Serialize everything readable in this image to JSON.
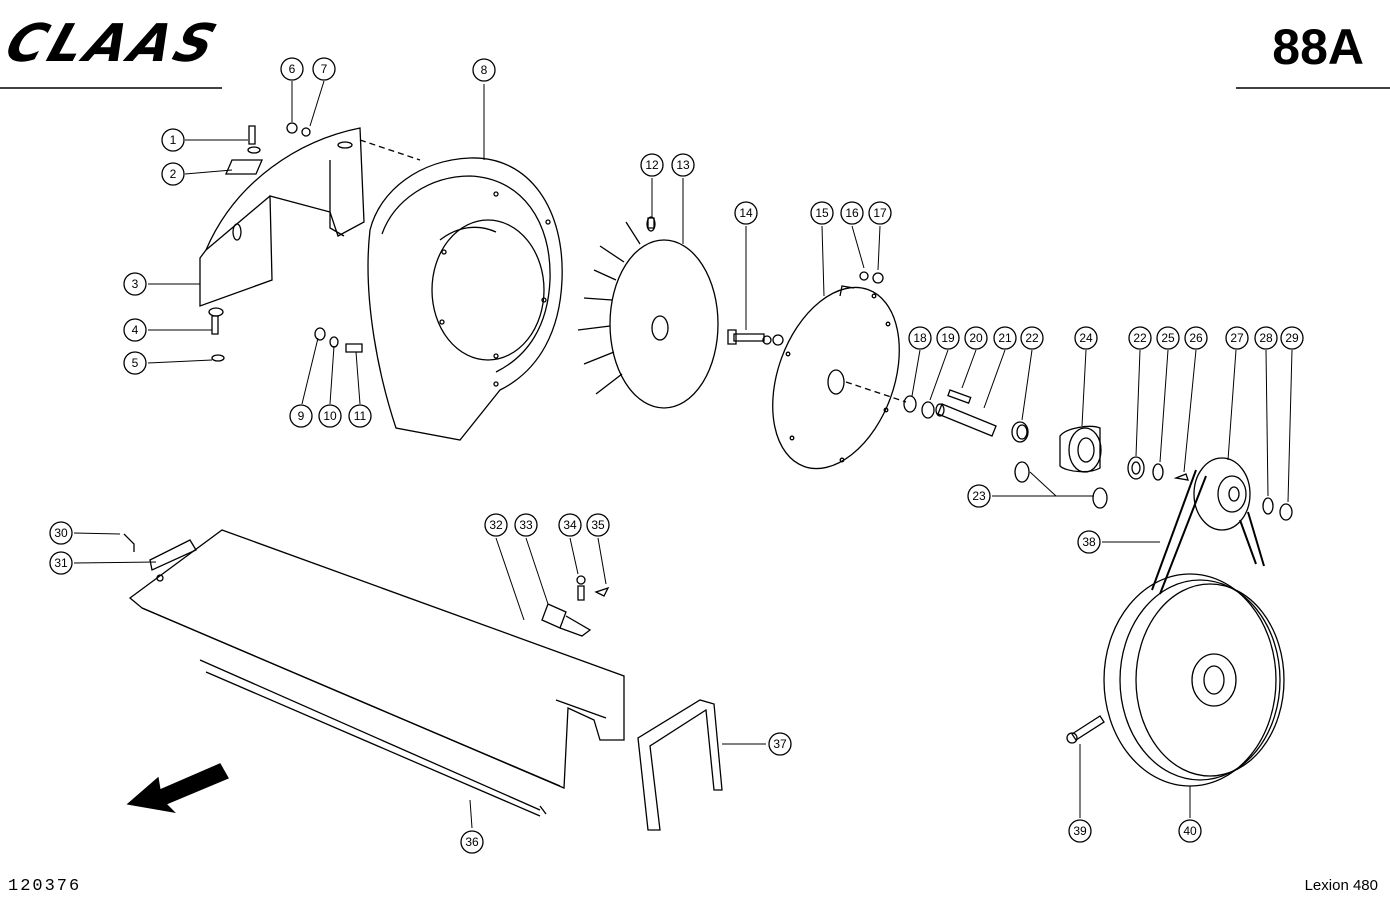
{
  "header": {
    "brand": "CLAAS",
    "page_number": "88A"
  },
  "footer": {
    "drawing_number": "120376",
    "model": "Lexion 480"
  },
  "callouts": [
    {
      "id": "1",
      "label": "1"
    },
    {
      "id": "2",
      "label": "2"
    },
    {
      "id": "3",
      "label": "3"
    },
    {
      "id": "4",
      "label": "4"
    },
    {
      "id": "5",
      "label": "5"
    },
    {
      "id": "6",
      "label": "6"
    },
    {
      "id": "7",
      "label": "7"
    },
    {
      "id": "8",
      "label": "8"
    },
    {
      "id": "9",
      "label": "9"
    },
    {
      "id": "10",
      "label": "10"
    },
    {
      "id": "11",
      "label": "11"
    },
    {
      "id": "12",
      "label": "12"
    },
    {
      "id": "13",
      "label": "13"
    },
    {
      "id": "14",
      "label": "14"
    },
    {
      "id": "15",
      "label": "15"
    },
    {
      "id": "16",
      "label": "16"
    },
    {
      "id": "17",
      "label": "17"
    },
    {
      "id": "18",
      "label": "18"
    },
    {
      "id": "19",
      "label": "19"
    },
    {
      "id": "20",
      "label": "20"
    },
    {
      "id": "21",
      "label": "21"
    },
    {
      "id": "22a",
      "label": "22"
    },
    {
      "id": "23",
      "label": "23"
    },
    {
      "id": "24",
      "label": "24"
    },
    {
      "id": "22b",
      "label": "22"
    },
    {
      "id": "25",
      "label": "25"
    },
    {
      "id": "26",
      "label": "26"
    },
    {
      "id": "27",
      "label": "27"
    },
    {
      "id": "28",
      "label": "28"
    },
    {
      "id": "29",
      "label": "29"
    },
    {
      "id": "30",
      "label": "30"
    },
    {
      "id": "31",
      "label": "31"
    },
    {
      "id": "32",
      "label": "32"
    },
    {
      "id": "33",
      "label": "33"
    },
    {
      "id": "34",
      "label": "34"
    },
    {
      "id": "35",
      "label": "35"
    },
    {
      "id": "36",
      "label": "36"
    },
    {
      "id": "37",
      "label": "37"
    },
    {
      "id": "38",
      "label": "38"
    },
    {
      "id": "39",
      "label": "39"
    },
    {
      "id": "40",
      "label": "40"
    }
  ]
}
